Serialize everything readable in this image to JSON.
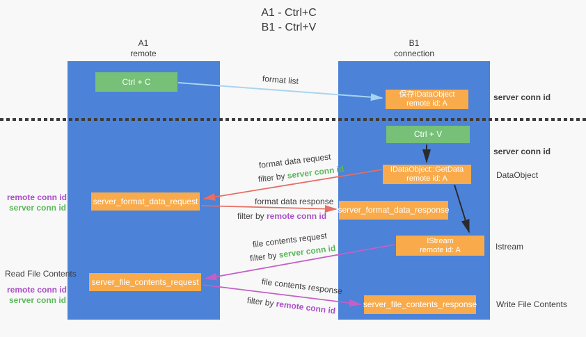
{
  "title": {
    "line1": "A1 - Ctrl+C",
    "line2": "B1 - Ctrl+V"
  },
  "lanes": {
    "left": {
      "name": "A1",
      "subtitle": "remote"
    },
    "right": {
      "name": "B1",
      "subtitle": "connection"
    }
  },
  "nodes": {
    "ctrl_c": "Ctrl + C",
    "save_idataobject": {
      "line1": "保存IDataObject",
      "line2": "remote id: A"
    },
    "ctrl_v": "Ctrl + V",
    "getdata": {
      "line1": "IDataObject::GetData",
      "line2": "remote id: A"
    },
    "format_request": "server_format_data_request",
    "format_response": "server_format_data_response",
    "istream": {
      "line1": "IStream",
      "line2": "remote id: A"
    },
    "file_request": "server_file_contents_request",
    "file_response": "server_file_contents_response"
  },
  "edge_labels": {
    "format_list": "format list",
    "format_data_request": "format data request",
    "format_data_response": "format data response",
    "file_contents_request": "file contents request",
    "file_contents_response": "file contents response",
    "filter_prefix": "filter by ",
    "server_conn_id": "server conn id",
    "remote_conn_id": "remote conn id"
  },
  "annotations": {
    "server_conn_id_top": "server conn id",
    "server_conn_id_mid": "server conn id",
    "dataobject": "DataObject",
    "istream": "Istream",
    "write_file_contents": "Write File Contents",
    "read_file_contents": "Read File Contents",
    "pair1": {
      "remote": "remote conn id",
      "server": "server conn id"
    },
    "pair2": {
      "remote": "remote conn id",
      "server": "server conn id"
    }
  },
  "colors": {
    "lane_blue": "#4c82d8",
    "node_green": "#76c078",
    "node_orange": "#f9ab4b",
    "arrow_red": "#e66e64",
    "arrow_magenta": "#c55fc8",
    "arrow_lightblue": "#a9d4ef",
    "arrow_black": "#2b2b2b",
    "text_green": "#5cb85c",
    "text_purple": "#ab4ec9",
    "background": "#f8f8f8"
  }
}
